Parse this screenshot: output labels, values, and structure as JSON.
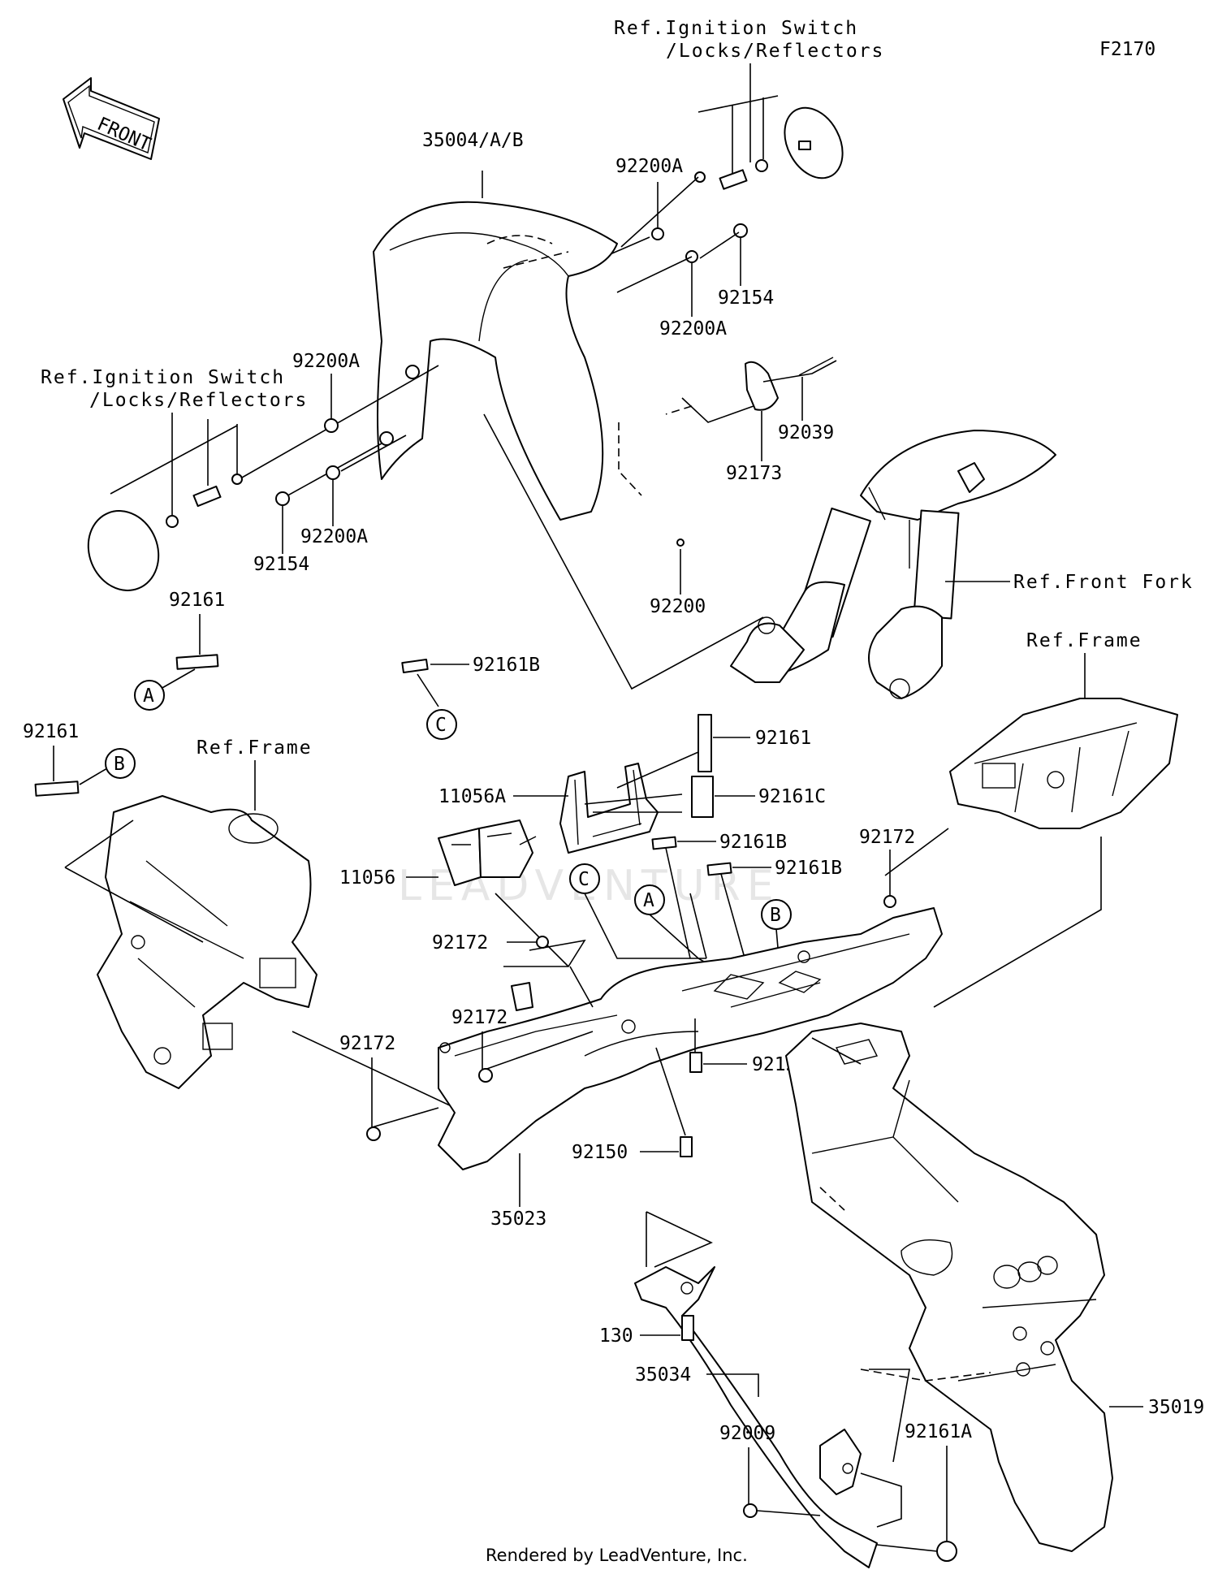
{
  "figure_code": "F2170",
  "front_label": "FRONT",
  "watermark": "LEADVENTURE",
  "footer": "Rendered by LeadVenture, Inc.",
  "refs": {
    "ignition_top_1": "Ref.Ignition Switch",
    "ignition_top_2": "/Locks/Reflectors",
    "ignition_left_1": "Ref.Ignition Switch",
    "ignition_left_2": "/Locks/Reflectors",
    "front_fork": "Ref.Front Fork",
    "frame_right": "Ref.Frame",
    "frame_left": "Ref.Frame"
  },
  "callouts": {
    "a1": "A",
    "a2": "A",
    "b1": "B",
    "b2": "B",
    "c1": "C",
    "c2": "C"
  },
  "parts": {
    "p35004": "35004/A/B",
    "p92200A_top": "92200A",
    "p92154_top": "92154",
    "p92200A_mid": "92200A",
    "p92039": "92039",
    "p92173": "92173",
    "p92200A_left": "92200A",
    "p92200A_left2": "92200A",
    "p92154_left": "92154",
    "p92200": "92200",
    "p92161_left": "92161",
    "p92161B_top": "92161B",
    "p92161_b": "92161",
    "p92161_mid": "92161",
    "p11056A": "11056A",
    "p92161C": "92161C",
    "p92161B_1": "92161B",
    "p92161B_2": "92161B",
    "p92172_right": "92172",
    "p11056": "11056",
    "p92172_mid": "92172",
    "p92172_low": "92172",
    "p92172_left": "92172",
    "p92150_1": "92150",
    "p92150_2": "92150",
    "p35023": "35023",
    "p130": "130",
    "p35034": "35034",
    "p35019": "35019",
    "p92009": "92009",
    "p92161A": "92161A"
  }
}
